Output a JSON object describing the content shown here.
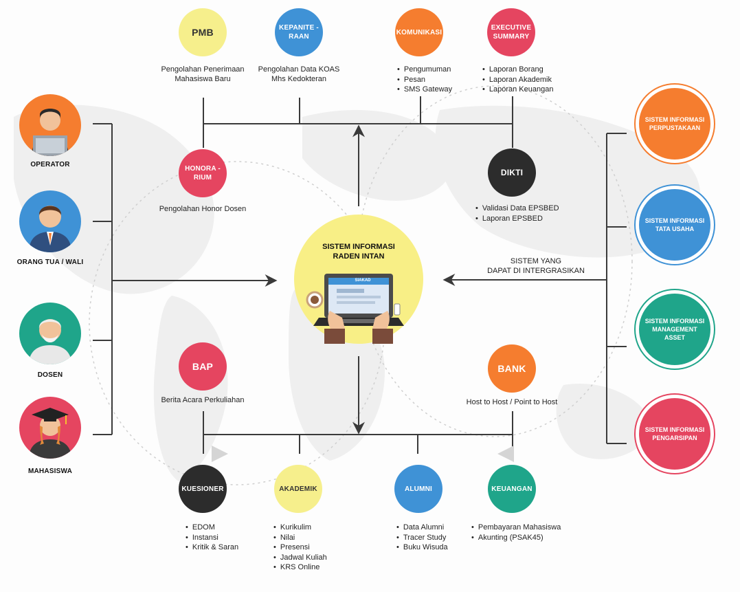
{
  "center": {
    "title": "SISTEM INFORMASI\nRADEN INTAN",
    "screen_text": "SIAKAD"
  },
  "top_nodes": [
    {
      "id": "pmb",
      "label": "PMB",
      "color": "#f6ef8c",
      "desc": "Pengolahan Penerimaan\nMahasiswa Baru"
    },
    {
      "id": "kepaniteraan",
      "label": "KEPANITE -\nRAAN",
      "color": "#3f92d6",
      "desc": "Pengolahan Data KOAS\nMhs Kedokteran"
    },
    {
      "id": "komunikasi",
      "label": "KOMUNIKASI",
      "color": "#f57d2f",
      "items": [
        "Pengumuman",
        "Pesan",
        "SMS Gateway"
      ]
    },
    {
      "id": "executive",
      "label": "EXECUTIVE\nSUMMARY",
      "color": "#e54560",
      "items": [
        "Laporan Borang",
        "Laporan Akademik",
        "Laporan Keuangan"
      ]
    }
  ],
  "mid_nodes": [
    {
      "id": "honorarium",
      "label": "HONORA -\nRIUM",
      "color": "#e54560",
      "desc": "Pengolahan Honor Dosen"
    },
    {
      "id": "dikti",
      "label": "DIKTI",
      "color": "#2c2c2c",
      "items": [
        "Validasi Data EPSBED",
        "Laporan EPSBED"
      ]
    },
    {
      "id": "bap",
      "label": "BAP",
      "color": "#e54560",
      "desc": "Berita Acara Perkuliahan"
    },
    {
      "id": "bank",
      "label": "BANK",
      "color": "#f57d2f",
      "desc": "Host to Host / Point to Host"
    }
  ],
  "bottom_nodes": [
    {
      "id": "kuesioner",
      "label": "KUESIONER",
      "color": "#2c2c2c",
      "items": [
        "EDOM",
        "Instansi",
        "Kritik & Saran"
      ]
    },
    {
      "id": "akademik",
      "label": "AKADEMIK",
      "color": "#f6ef8c",
      "items": [
        "Kurikulim",
        "Nilai",
        "Presensi",
        "Jadwal Kuliah",
        "KRS Online"
      ]
    },
    {
      "id": "alumni",
      "label": "ALUMNI",
      "color": "#3f92d6",
      "items": [
        "Data Alumni",
        "Tracer Study",
        "Buku Wisuda"
      ]
    },
    {
      "id": "keuangan",
      "label": "KEUANGAN",
      "color": "#1fa58a",
      "items": [
        "Pembayaran Mahasiswa",
        "Akunting (PSAK45)"
      ]
    }
  ],
  "users": [
    {
      "id": "operator",
      "label": "OPERATOR",
      "color": "#f57d2f"
    },
    {
      "id": "orangtua",
      "label": "ORANG TUA / WALI",
      "color": "#3f92d6"
    },
    {
      "id": "dosen",
      "label": "DOSEN",
      "color": "#1fa58a"
    },
    {
      "id": "mahasiswa",
      "label": "MAHASISWA",
      "color": "#e54560"
    }
  ],
  "integration_label": "SISTEM YANG\nDAPAT DI INTERGRASIKAN",
  "integrated_systems": [
    {
      "id": "perpustakaan",
      "label": "SISTEM INFORMASI\nPERPUSTAKAAN",
      "color": "#f57d2f"
    },
    {
      "id": "tatausaha",
      "label": "SISTEM INFORMASI\nTATA USAHA",
      "color": "#3f92d6"
    },
    {
      "id": "asset",
      "label": "SISTEM INFORMASI\nMANAGEMENT\nASSET",
      "color": "#1fa58a"
    },
    {
      "id": "pengarsipan",
      "label": "SISTEM INFORMASI\nPENGARSIPAN",
      "color": "#e54560"
    }
  ],
  "colors": {
    "line": "#3a3a3a",
    "center_bg": "#f8ef86",
    "map": "#eeeeee"
  }
}
